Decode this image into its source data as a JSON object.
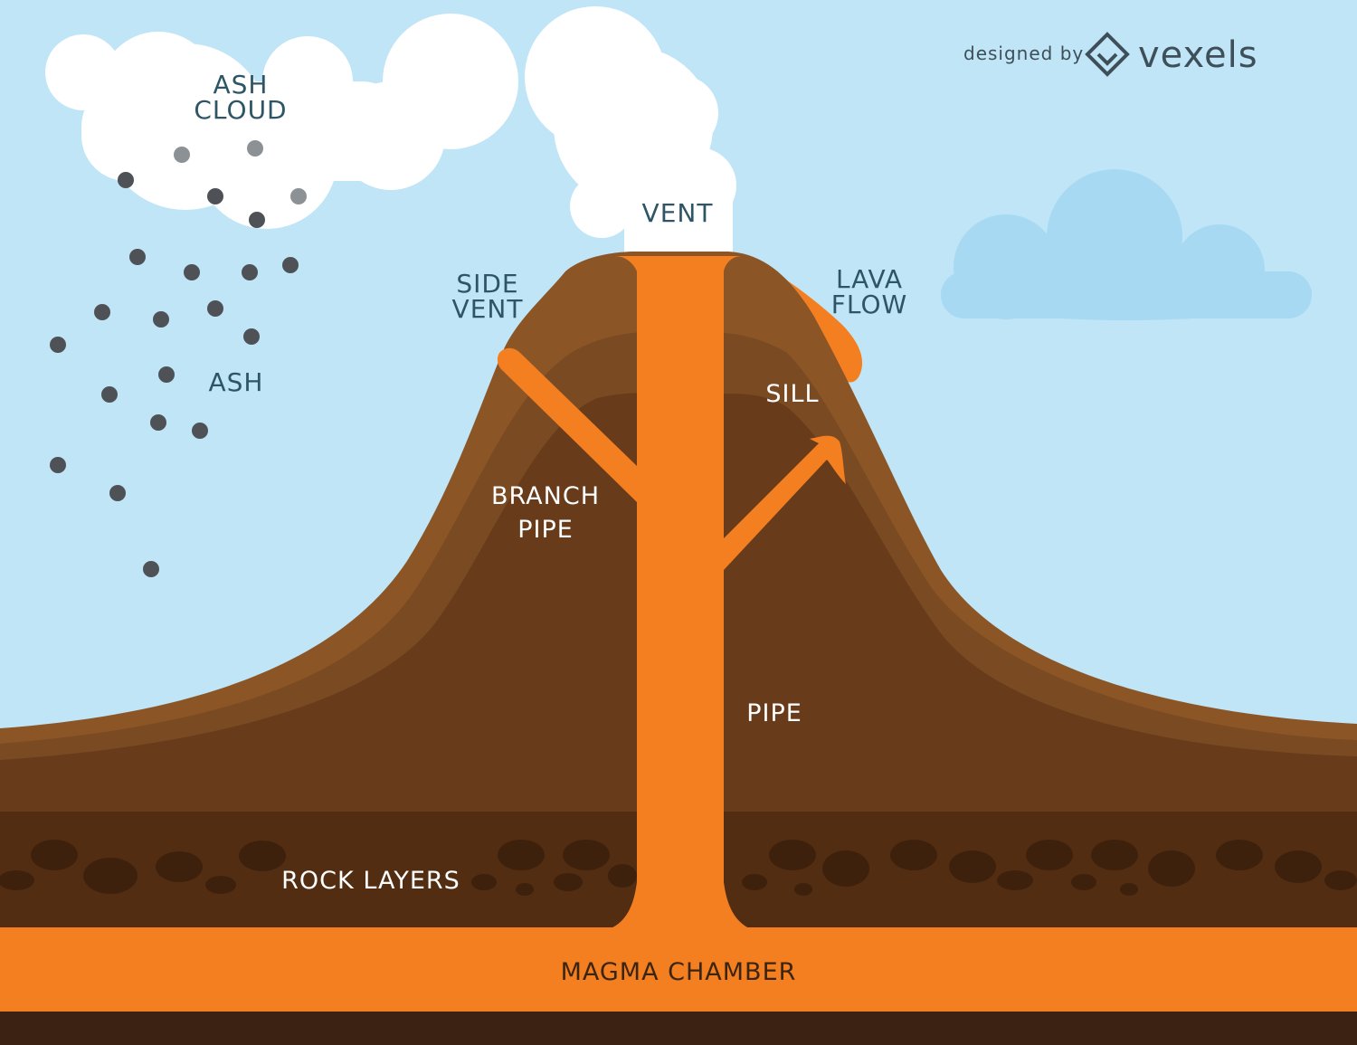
{
  "watermark": {
    "prefix": "designed by",
    "brand": "vexels"
  },
  "labels": {
    "ash_cloud_1": "ASH",
    "ash_cloud_2": "CLOUD",
    "vent": "VENT",
    "side_vent_1": "SIDE",
    "side_vent_2": "VENT",
    "lava_flow_1": "LAVA",
    "lava_flow_2": "FLOW",
    "ash": "ASH",
    "sill": "SILL",
    "branch_pipe_1": "BRANCH",
    "branch_pipe_2": "PIPE",
    "pipe": "PIPE",
    "rock_layers": "ROCK LAYERS",
    "magma_chamber": "MAGMA CHAMBER"
  },
  "colors": {
    "sky": "#bfe5f7",
    "lava": "#f37f21",
    "ground_dark": "#3b2212"
  }
}
